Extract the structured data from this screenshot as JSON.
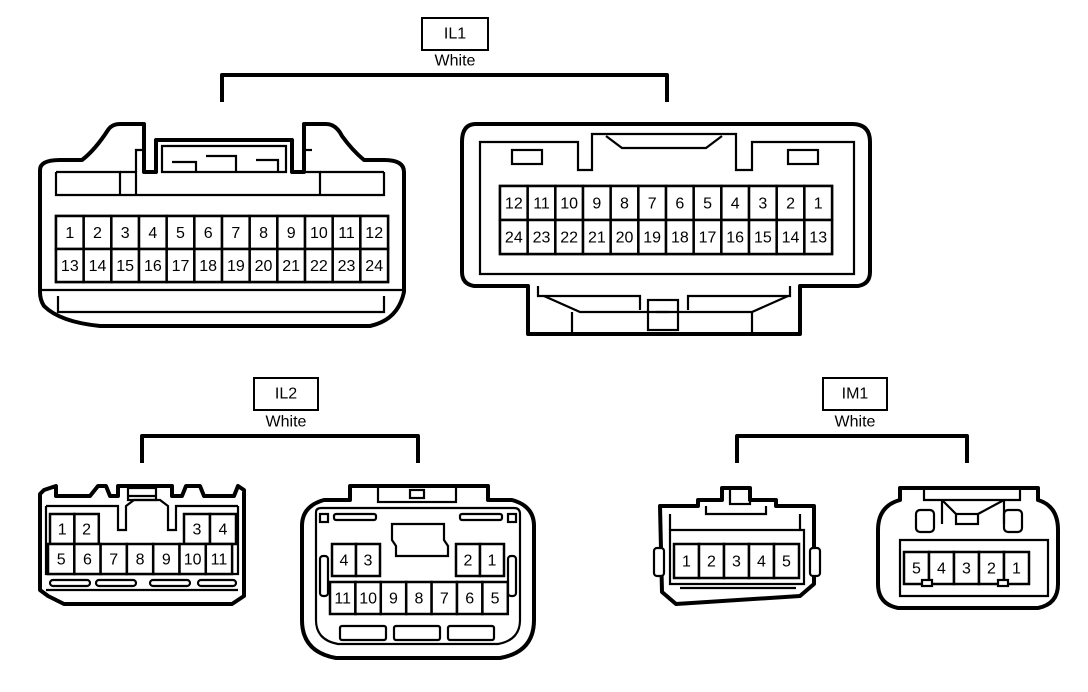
{
  "groups": {
    "il1": {
      "name": "IL1",
      "color": "White"
    },
    "il2": {
      "name": "IL2",
      "color": "White"
    },
    "im1": {
      "name": "IM1",
      "color": "White"
    }
  },
  "connectors": {
    "il1_left": {
      "rows": [
        [
          "1",
          "2",
          "3",
          "4",
          "5",
          "6",
          "7",
          "8",
          "9",
          "10",
          "11",
          "12"
        ],
        [
          "13",
          "14",
          "15",
          "16",
          "17",
          "18",
          "19",
          "20",
          "21",
          "22",
          "23",
          "24"
        ]
      ]
    },
    "il1_right": {
      "rows": [
        [
          "12",
          "11",
          "10",
          "9",
          "8",
          "7",
          "6",
          "5",
          "4",
          "3",
          "2",
          "1"
        ],
        [
          "24",
          "23",
          "22",
          "21",
          "20",
          "19",
          "18",
          "17",
          "16",
          "15",
          "14",
          "13"
        ]
      ]
    },
    "il2_left": {
      "row1_left": [
        "1",
        "2"
      ],
      "row1_right": [
        "3",
        "4"
      ],
      "row2": [
        "5",
        "6",
        "7",
        "8",
        "9",
        "10",
        "11"
      ]
    },
    "il2_right": {
      "row1_left": [
        "4",
        "3"
      ],
      "row1_right": [
        "2",
        "1"
      ],
      "row2": [
        "11",
        "10",
        "9",
        "8",
        "7",
        "6",
        "5"
      ]
    },
    "im1_left": {
      "row": [
        "1",
        "2",
        "3",
        "4",
        "5"
      ]
    },
    "im1_right": {
      "row": [
        "5",
        "4",
        "3",
        "2",
        "1"
      ]
    }
  }
}
